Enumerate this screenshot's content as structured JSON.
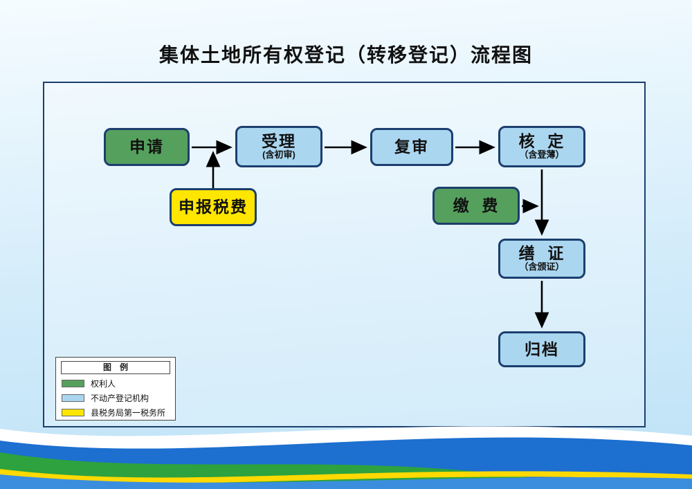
{
  "title": "集体土地所有权登记（转移登记）流程图",
  "flow": {
    "apply": {
      "label": "申请"
    },
    "accept": {
      "label": "受理",
      "note": "(含初审)"
    },
    "review": {
      "label": "复审"
    },
    "verify": {
      "label": "核  定",
      "note": "（含登薄）"
    },
    "declare_tax": {
      "label": "申报税费"
    },
    "pay_fee": {
      "label": "缴  费"
    },
    "issue_cert": {
      "label": "缮  证",
      "note": "（含颁证）"
    },
    "archive": {
      "label": "归档"
    }
  },
  "legend": {
    "title": "图　例",
    "items": [
      {
        "label": "权利人",
        "color": "#55a05d"
      },
      {
        "label": "不动产登记机构",
        "color": "#aad6f0"
      },
      {
        "label": "县税务局第一税务所",
        "color": "#ffe600"
      }
    ]
  },
  "colors": {
    "applicant": "#55a05d",
    "registry": "#aad6f0",
    "tax_office": "#ffe600",
    "node_border": "#1c3e6e",
    "arrow": "#000000"
  }
}
